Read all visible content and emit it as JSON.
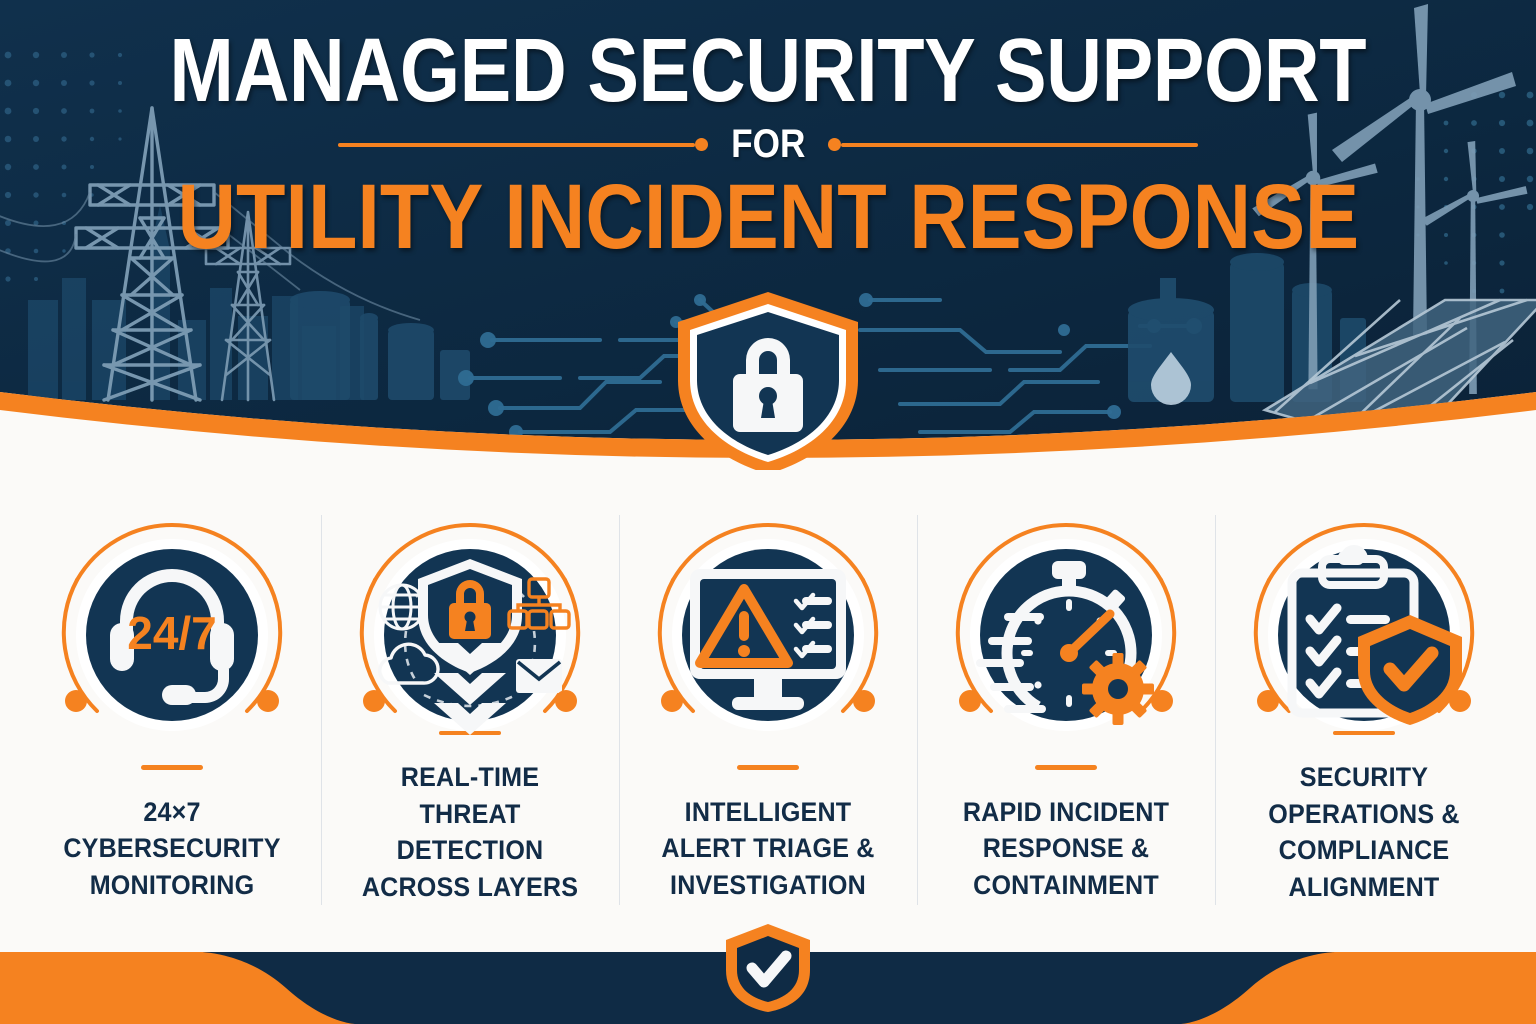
{
  "header": {
    "title_line1": "MANAGED SECURITY SUPPORT",
    "connector_label": "FOR",
    "title_line2": "UTILITY INCIDENT RESPONSE",
    "hero_icon": "shield-lock-icon"
  },
  "colors": {
    "navy": "#0f2b45",
    "navy_dark": "#0b2135",
    "orange": "#f58220",
    "cream": "#fbfaf8",
    "label_navy": "#122c47",
    "art_blue": "#5d7f9b",
    "circuit_blue": "#2a6185"
  },
  "cards": [
    {
      "id": "card-24x7-monitoring",
      "icon": "headset-247-icon",
      "badge_text": "24/7",
      "label": "24×7 CYBERSECURITY MONITORING"
    },
    {
      "id": "card-threat-detection",
      "icon": "shield-layers-network-icon",
      "badge_text": "",
      "label": "REAL-TIME THREAT DETECTION ACROSS LAYERS"
    },
    {
      "id": "card-alert-triage",
      "icon": "monitor-alert-checklist-icon",
      "badge_text": "",
      "label": "INTELLIGENT ALERT TRIAGE & INVESTIGATION"
    },
    {
      "id": "card-incident-response",
      "icon": "stopwatch-gear-icon",
      "badge_text": "",
      "label": "RAPID INCIDENT RESPONSE & CONTAINMENT"
    },
    {
      "id": "card-compliance",
      "icon": "clipboard-shield-check-icon",
      "badge_text": "",
      "label": "SECURITY OPERATIONS & COMPLIANCE ALIGNMENT"
    }
  ],
  "footer": {
    "icon": "shield-check-icon"
  }
}
